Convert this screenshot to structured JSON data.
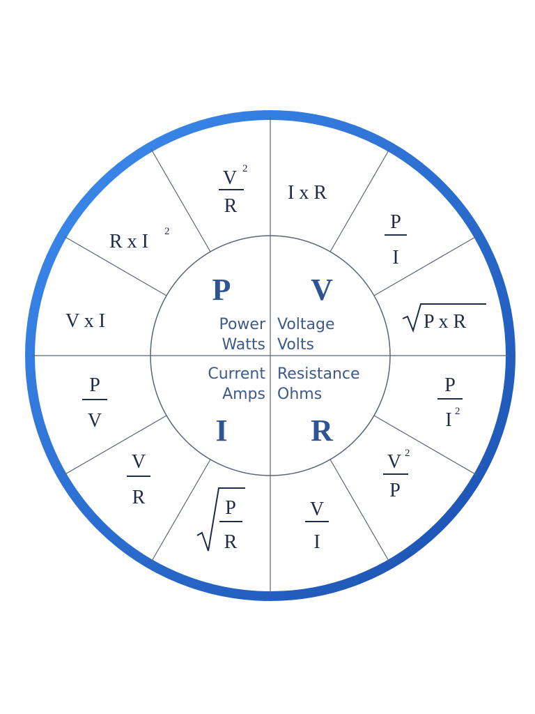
{
  "colors": {
    "ring_outer": "#1e63c6",
    "ring_inner": "#3d8df0",
    "divider": "#5a6478",
    "center_text": "#2f5496",
    "formula_text": "#1f2a44"
  },
  "quadrants": {
    "power": {
      "letter": "P",
      "name": "Power",
      "unit": "Watts"
    },
    "voltage": {
      "letter": "V",
      "name": "Voltage",
      "unit": "Volts"
    },
    "current": {
      "letter": "I",
      "name": "Current",
      "unit": "Amps"
    },
    "resistance": {
      "letter": "R",
      "name": "Resistance",
      "unit": "Ohms"
    }
  },
  "formulas": {
    "power_v2_over_r": {
      "num": "V",
      "den": "R",
      "exp": "2"
    },
    "power_r_x_i2": {
      "text": "R x I",
      "exp": "2"
    },
    "power_v_x_i": {
      "text": "V x I"
    },
    "voltage_i_x_r": {
      "text": "I x R"
    },
    "voltage_p_over_i": {
      "num": "P",
      "den": "I"
    },
    "voltage_sqrt_p_x_r": {
      "text": "P x R"
    },
    "resistance_p_over_i2": {
      "num": "P",
      "den": "I",
      "exp": "2"
    },
    "resistance_v2_over_p": {
      "num": "V",
      "den": "P",
      "exp": "2"
    },
    "resistance_v_over_i": {
      "num": "V",
      "den": "I"
    },
    "current_sqrt_p_over_r": {
      "num": "P",
      "den": "R"
    },
    "current_v_over_r": {
      "num": "V",
      "den": "R"
    },
    "current_p_over_v": {
      "num": "P",
      "den": "V"
    }
  }
}
